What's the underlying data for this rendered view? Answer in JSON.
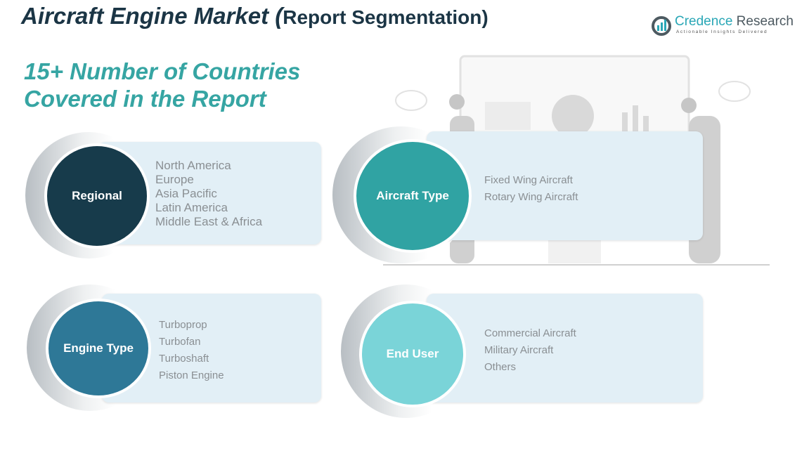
{
  "header": {
    "title_italic": "Aircraft Engine Market (",
    "title_rest": "Report Segmentation)"
  },
  "subtitle": {
    "line1": "15+ Number of Countries",
    "line2": "Covered in the Report"
  },
  "logo": {
    "brand1": "Credence",
    "brand2": " Research",
    "tagline": "Actionable Insights Delivered"
  },
  "colors": {
    "regional": "#173b4b",
    "aircraft_type": "#30a3a3",
    "engine_type": "#2e7897",
    "end_user": "#7ad4d8",
    "subtitle": "#36a5a3"
  },
  "segments": [
    {
      "label": "Regional",
      "items": [
        "North America",
        "Europe",
        "Asia Pacific",
        "Latin America",
        "Middle East & Africa"
      ]
    },
    {
      "label": "Aircraft Type",
      "items": [
        "Fixed Wing Aircraft",
        "Rotary Wing Aircraft"
      ]
    },
    {
      "label": "Engine Type",
      "items": [
        "Turboprop",
        "Turbofan",
        "Turboshaft",
        "Piston Engine"
      ]
    },
    {
      "label": "End User",
      "items": [
        "Commercial Aircraft",
        "Military Aircraft",
        "Others"
      ]
    }
  ]
}
